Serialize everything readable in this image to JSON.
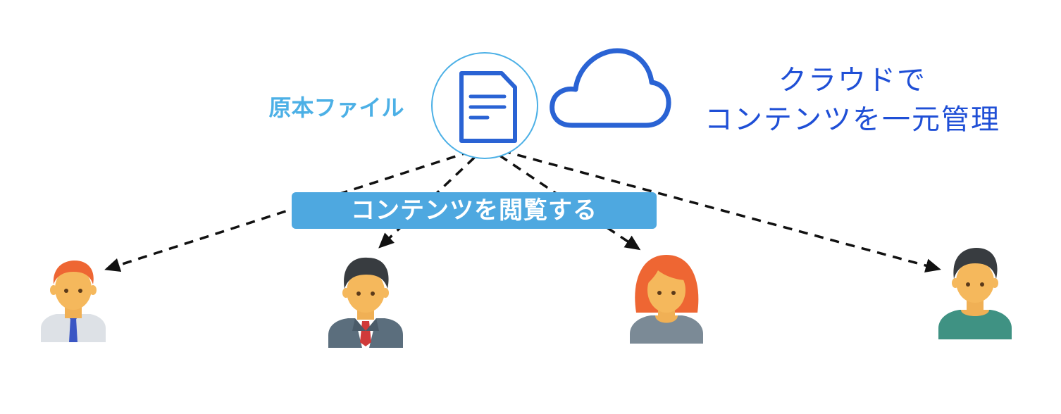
{
  "file": {
    "label": "原本ファイル",
    "icon": "document-icon"
  },
  "cloud": {
    "icon": "cloud-icon",
    "caption_line1": "クラウドで",
    "caption_line2": "コンテンツを一元管理"
  },
  "action": {
    "label": "コンテンツを閲覧する"
  },
  "users": [
    {
      "icon": "businessman-tie-icon"
    },
    {
      "icon": "businessman-suit-icon"
    },
    {
      "icon": "woman-icon"
    },
    {
      "icon": "casual-man-icon"
    }
  ],
  "colors": {
    "accent_blue": "#2a63d4",
    "label_blue": "#4cb0e6",
    "banner_blue": "#4ea8e0",
    "caption_blue": "#1f4fd6",
    "arrow": "#111111"
  }
}
